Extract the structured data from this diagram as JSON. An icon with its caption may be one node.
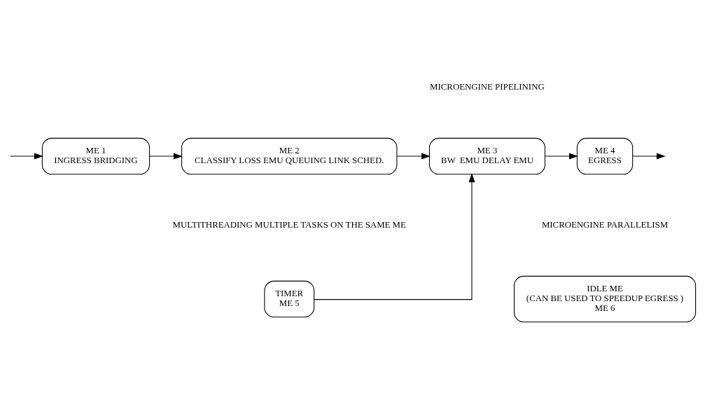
{
  "diagram": {
    "nodes": [
      {
        "text": [
          "ME 1",
          "INGRESS BRIDGING"
        ]
      },
      {
        "text": [
          "ME 2",
          "CLASSIFY LOSS EMU QUEUING LINK SCHED."
        ]
      },
      {
        "text": [
          "ME 3",
          "BW  EMU DELAY EMU"
        ]
      },
      {
        "text": [
          "ME 4",
          "EGRESS"
        ]
      },
      {
        "text": [
          "TIMER",
          "ME 5"
        ]
      },
      {
        "text": [
          "IDLE ME",
          "(CAN BE USED TO SPEEDUP EGRESS )",
          "ME 6"
        ]
      }
    ],
    "edges": [
      {
        "from": null,
        "to": 0,
        "arrow": "to"
      },
      {
        "from": 0,
        "to": 1,
        "arrow": "to"
      },
      {
        "from": 1,
        "to": 2,
        "arrow": "to"
      },
      {
        "from": 2,
        "to": 3,
        "arrow": "to"
      },
      {
        "from": 3,
        "to": null,
        "arrow": "to"
      },
      {
        "from": 4,
        "to": 2,
        "arrow": "to"
      }
    ],
    "labels": [
      "MICROENGINE PIPELINING",
      "MULTITHREADING MULTIPLE TASKS ON THE SAME ME",
      "MICROENGINE PARALLELISM"
    ]
  }
}
